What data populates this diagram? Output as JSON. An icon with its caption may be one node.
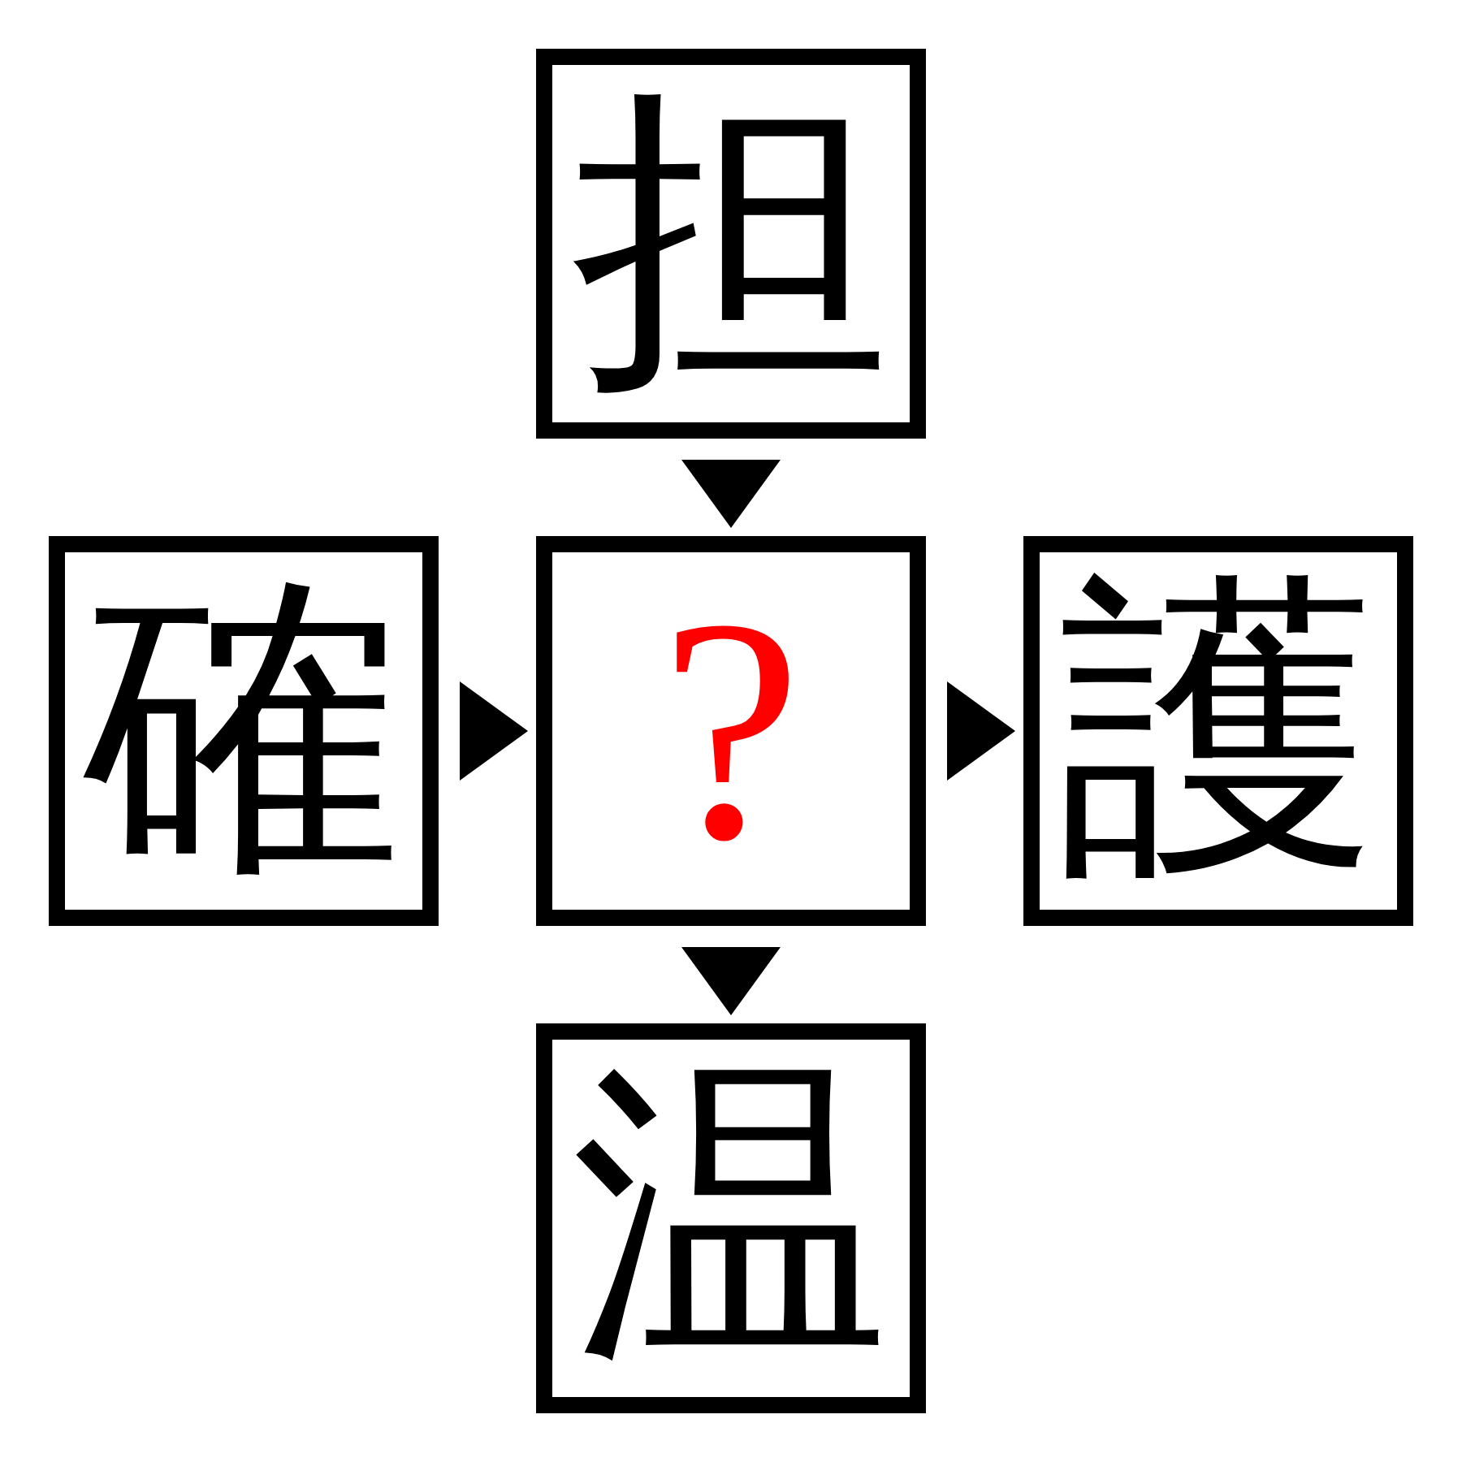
{
  "diagram": {
    "nodes": [
      {
        "text": [
          "担"
        ]
      },
      {
        "text": [
          "確"
        ]
      },
      {
        "text": [
          "?"
        ]
      },
      {
        "text": [
          "護"
        ]
      },
      {
        "text": [
          "温"
        ]
      }
    ],
    "edges": [
      {
        "from": 0,
        "to": 2,
        "arrow": "to"
      },
      {
        "from": 1,
        "to": 2,
        "arrow": "to"
      },
      {
        "from": 2,
        "to": 3,
        "arrow": "to"
      },
      {
        "from": 2,
        "to": 4,
        "arrow": "to"
      }
    ]
  }
}
